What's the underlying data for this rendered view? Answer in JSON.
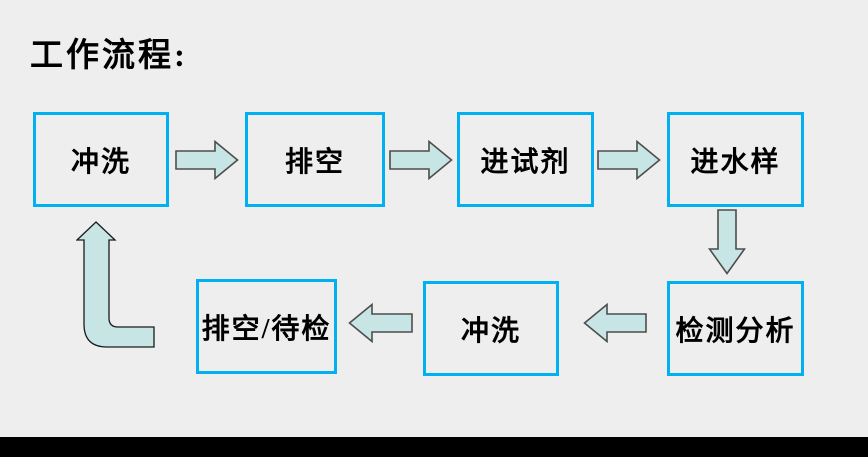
{
  "page": {
    "background_color": "#eeeeee",
    "bottom_bar_color": "#000000"
  },
  "title": {
    "text": "工作流程:"
  },
  "flow": {
    "box_border_color": "#00b0f0",
    "arrow_fill_color": "#c8e5e5",
    "arrow_outline_color": "#4d4d4d",
    "steps": [
      {
        "id": "rinse",
        "label": "冲洗"
      },
      {
        "id": "drain",
        "label": "排空"
      },
      {
        "id": "reagent-in",
        "label": "进试剂"
      },
      {
        "id": "sample-in",
        "label": "进水样"
      },
      {
        "id": "analysis",
        "label": "检测分析"
      },
      {
        "id": "rinse-2",
        "label": "冲洗"
      },
      {
        "id": "drain-standby",
        "label": "排空/待检"
      }
    ],
    "connectors": [
      {
        "from": "冲洗",
        "to": "排空",
        "direction": "right"
      },
      {
        "from": "排空",
        "to": "进试剂",
        "direction": "right"
      },
      {
        "from": "进试剂",
        "to": "进水样",
        "direction": "right"
      },
      {
        "from": "进水样",
        "to": "检测分析",
        "direction": "down"
      },
      {
        "from": "检测分析",
        "to": "冲洗",
        "direction": "left"
      },
      {
        "from": "冲洗",
        "to": "排空/待检",
        "direction": "left"
      },
      {
        "from": "排空/待检",
        "to": "冲洗",
        "direction": "bent-up"
      }
    ]
  }
}
